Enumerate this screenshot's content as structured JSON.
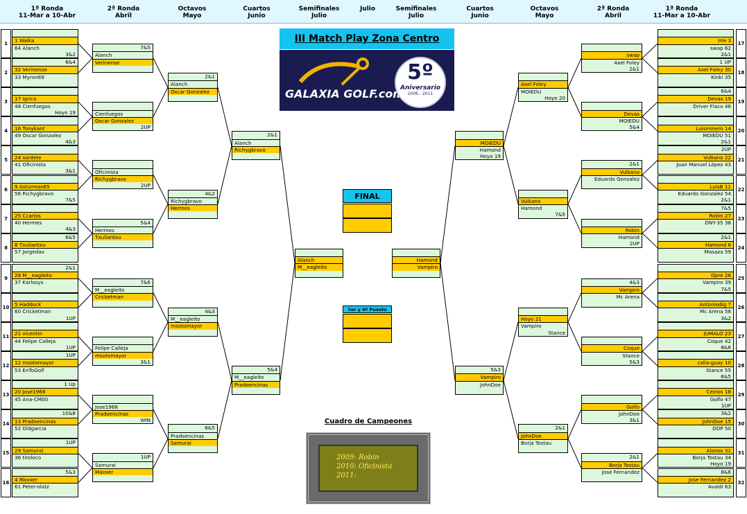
{
  "header": {
    "columns": [
      "1ª Ronda\n11-Mar a 10-Abr",
      "2ª Ronda\nAbril",
      "Octavos\nMayo",
      "Cuartos\nJunio",
      "Semifinales\nJulio",
      "Julio",
      "Semifinales\nJulio",
      "Cuartos\nJunio",
      "Octavos\nMayo",
      "2ª Ronda\nAbril",
      "1ª Ronda\n11-Mar a 10-Abr"
    ]
  },
  "title": "III Match Play Zona Centro",
  "logo": {
    "brand": "GALAXIA GOLF.com",
    "anniversary_number": "5º",
    "anniversary_label": "Aniversario",
    "anniversary_years": "2006 - 2011"
  },
  "final_label": "FINAL",
  "third_place_label": "3er y 4º Puesto",
  "champions": {
    "title": "Cuadro de Campeones",
    "lines": [
      "2009: Robin",
      "2010: Oficinista",
      "2011:"
    ]
  },
  "match_numbers": [
    "1",
    "2",
    "3",
    "4",
    "5",
    "6",
    "7",
    "8",
    "9",
    "10",
    "11",
    "12",
    "13",
    "14",
    "15",
    "16",
    "17",
    "18",
    "19",
    "20",
    "21",
    "22",
    "23",
    "24",
    "25",
    "26",
    "27",
    "28",
    "29",
    "30",
    "31",
    "32"
  ],
  "r1_left": [
    [
      "",
      "1  Walka",
      "64  Alanch",
      "3&2"
    ],
    [
      "6&4",
      "32  Verinense",
      "33  Myron69",
      ""
    ],
    [
      "",
      "17  Igrica",
      "48  Cienfuegos",
      "Hoyo 19"
    ],
    [
      "",
      "16  Tonykant",
      "49  Oscar Gonzalez",
      "4&3"
    ],
    [
      "",
      "24  sordete",
      "41  Oficinista",
      "3&1"
    ],
    [
      "",
      "9  Asturman65",
      "56  Richygbravo",
      "7&5"
    ],
    [
      "",
      "25  Ccarlos",
      "40  Hermes",
      "4&3"
    ],
    [
      "6&5",
      "8  Txuliantxu",
      "57  Jorgedav",
      ""
    ],
    [
      "2&1",
      "28  M__eagleito",
      "37  Karlosys",
      ""
    ],
    [
      "",
      "5  Haddock",
      "60  Cricketman",
      "1UP"
    ],
    [
      "",
      "21  vicentin",
      "44  Felipe Calleja",
      "1UP"
    ],
    [
      "1UP",
      "12  msotomayor",
      "53  EnToGolf",
      ""
    ],
    [
      "1 Up",
      "20  Jose1968",
      "45  Ana-CM00",
      ""
    ],
    [
      "10&8",
      "13  Pradoencinas",
      "52  Oldgarcia",
      ""
    ],
    [
      "1UP",
      "29  Samurai",
      "36  tiroloco",
      ""
    ],
    [
      "5&3",
      "4  Maxxer",
      "61  Peter-olatz",
      ""
    ]
  ],
  "r1_right": [
    [
      "",
      "Irre  3",
      "swap  62",
      "2&1"
    ],
    [
      "1 UP",
      "Axel Foley  30",
      "Kinki  35",
      ""
    ],
    [
      "6&4",
      "Devas  19",
      "Driver Flaco  46",
      ""
    ],
    [
      "",
      "Luisminero  14",
      "MOIEDU  51",
      "2&1"
    ],
    [
      "2UP",
      "Vulkano  22",
      "Juan Manuel López  43",
      ""
    ],
    [
      "",
      "LuisB  11",
      "Eduardo Gonzalez  54",
      "2&1"
    ],
    [
      "7&5",
      "Robin  27",
      "DNY-35  38",
      ""
    ],
    [
      "2&1",
      "Hamond  6",
      "Masaza  59",
      ""
    ],
    [
      "",
      "Opre  26",
      "Vampiro  39",
      "7&5"
    ],
    [
      "",
      "Antoniodlg  7",
      "Mc Arena  58",
      "3&2"
    ],
    [
      "",
      "JUMALO  23",
      "Coque  42",
      "8&6"
    ],
    [
      "",
      "calla-guay  10",
      "Stance  55",
      "6&5"
    ],
    [
      "",
      "Ceinos  18",
      "Golfo  47",
      "1UP"
    ],
    [
      "3&2",
      "JohnDoe  15",
      "DDP  50",
      ""
    ],
    [
      "",
      "Alonso  31",
      "Borja Tostau  34",
      "Hoyo 19"
    ],
    [
      "8&6",
      "Jose Fernandez  2",
      "Avaldi  63",
      ""
    ]
  ],
  "r2_left": [
    [
      "7&5",
      "Alanch",
      "Verinense",
      ""
    ],
    [
      "",
      "Cienfuegos",
      "Oscar Gonzalez",
      "2UP"
    ],
    [
      "",
      "Oficinista",
      "Richygbravo",
      "2UP"
    ],
    [
      "5&4",
      "Hermes",
      "Txuliantxu",
      ""
    ],
    [
      "7&6",
      "M__eagleito",
      "Cricketman",
      ""
    ],
    [
      "",
      "Felipe Calleja",
      "msotomayor",
      "3&1"
    ],
    [
      "",
      "Jose1968",
      "Pradoencinas",
      "WIN"
    ],
    [
      "1UP",
      "Samurai",
      "Maxxer",
      ""
    ]
  ],
  "r2_right": [
    [
      "",
      "swap",
      "Axel Foley",
      "2&1"
    ],
    [
      "",
      "Devas",
      "MOIEDU",
      "5&4"
    ],
    [
      "2&1",
      "Vulkano",
      "Eduardo Gonzalez",
      ""
    ],
    [
      "",
      "Robin",
      "Hamond",
      "2UP"
    ],
    [
      "4&3",
      "Vampiro",
      "Mc Arena",
      ""
    ],
    [
      "",
      "Coque",
      "Stance",
      "5&3"
    ],
    [
      "",
      "Golfo",
      "JohnDoe",
      "3&1"
    ],
    [
      "2&1",
      "Borja Tostau",
      "Jose Fernandez",
      ""
    ]
  ],
  "oct_left": [
    [
      "2&1",
      "Alanch",
      "Oscar Gonzalez",
      ""
    ],
    [
      "4&2",
      "Richygbravo",
      "Hermes",
      ""
    ],
    [
      "4&3",
      "M__eagleito",
      "msotomayor",
      ""
    ],
    [
      "6&5",
      "Pradoencinas",
      "Samurai",
      ""
    ]
  ],
  "oct_right": [
    [
      "",
      "Axel Foley",
      "MOIEDU",
      "Hoyo 20"
    ],
    [
      "",
      "Vulkano",
      "Hamond",
      "7&5"
    ],
    [
      "",
      "Hoyo 21",
      "Vampiro",
      "Stance"
    ],
    [
      "2&1",
      "JohnDoe",
      "Borja Tostau",
      ""
    ]
  ],
  "qf_left": [
    [
      "2&1",
      "Alanch",
      "Richygbravo",
      ""
    ],
    [
      "5&4",
      "M__eagleito",
      "Pradoencinas",
      ""
    ]
  ],
  "qf_right": [
    [
      "",
      "MOIEDU",
      "Hamond",
      "Hoyo 19"
    ],
    [
      "5&3",
      "Vampiro",
      "JohnDoe",
      ""
    ]
  ],
  "sf_left": [
    [
      "",
      "Alanch",
      "M__eagleito",
      ""
    ]
  ],
  "sf_right": [
    [
      "",
      "Hamond",
      "Vampiro",
      ""
    ]
  ]
}
